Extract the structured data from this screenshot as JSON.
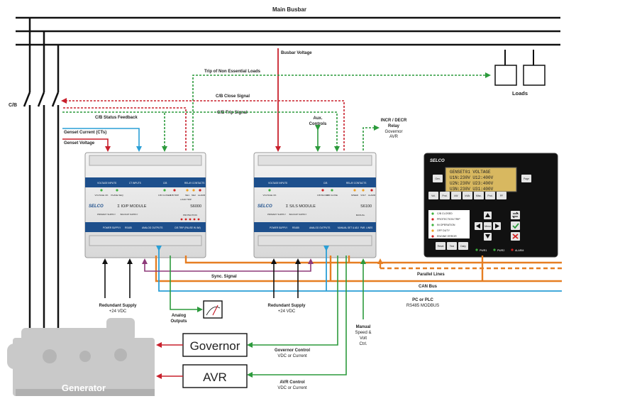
{
  "busbar": {
    "title": "Main Busbar",
    "cb": "C/B"
  },
  "labels": {
    "busbar_voltage": "Busbar Voltage",
    "trip_non_essential": "Trip of Non Essential Loads",
    "cb_close": "C/B Close Signal",
    "cb_trip": "C/B Trip Signal",
    "cb_status": "C/B Status Feedback",
    "genset_current": "Genset Current (CTs)",
    "genset_voltage": "Genset Voltage",
    "loads": "Loads",
    "aux_controls": [
      "Aux.",
      "Controls"
    ],
    "incr_decr": [
      "INCR / DECR",
      "Relay",
      "Governor",
      "AVR"
    ],
    "sync_signal": "Sync. Signal",
    "parallel_lines": "Parallel Lines",
    "can_bus": "CAN Bus",
    "pc_plc": [
      "PC or PLC",
      "RS485 MODBUS"
    ],
    "redundant_supply_1": [
      "Redundant Supply",
      "+24 VDC"
    ],
    "redundant_supply_2": [
      "Redundant Supply",
      "+24 VDC"
    ],
    "analog_outputs": [
      "Analog",
      "Outputs"
    ],
    "manual_ctrl": [
      "Manual",
      "Speed &",
      "Volt",
      "Ctrl."
    ],
    "governor_control": [
      "Governor Control",
      "VDC or Current"
    ],
    "avr_control": [
      "AVR Control",
      "VDC or Current"
    ],
    "governor": "Governor",
    "avr": "AVR",
    "generator": "Generator"
  },
  "module1": {
    "brand": "SELCO",
    "name": "Σ IO/P MODULE",
    "model": "S6000",
    "top_labels": [
      "VOLTAGE INPUTS",
      "CT INPUTS",
      "C/B",
      "RELAY CONTACTS"
    ],
    "leds": [
      "VOLTAGE OK",
      "PHASE SEQ",
      "C/B CLOSED",
      "C/B TRIP",
      "NE1",
      "NE2",
      "ALARM"
    ],
    "load_trip": "LOAD TRIP",
    "bottom_labels": [
      "PRIMARY SUPPLY",
      "BACKUP SUPPLY",
      "POWER SUPPLY",
      "RS485",
      "ANALOG OUTPUTS",
      "C/B TRIP (PAUSE IN 4W)"
    ],
    "protection": "PROTECTION"
  },
  "module2": {
    "brand": "SELCO",
    "name": "Σ S/LS MODULE",
    "model": "S6100",
    "top_labels": [
      "VOLTAGE INPUTS",
      "C/B",
      "RELAY CONTACTS"
    ],
    "leds": [
      "VOLTAGE OK",
      "C/B BLOCK",
      "C/B CLOSE",
      "SPEED",
      "VOLT",
      "ALARM"
    ],
    "bottom_labels": [
      "PRIMARY SUPPLY",
      "BACKUP SUPPLY",
      "POWER SUPPLY",
      "RS485",
      "ANALOG OUTPUTS",
      "MANUAL SET & ADJ",
      "PAR. LINES"
    ],
    "manual": "MANUAL"
  },
  "display": {
    "brand": "SELCO",
    "lcd": [
      "GENSET01  VOLTAGE",
      "U1N:230V   U12:400V",
      "U2N:230V   U23:400V",
      "U3N:230V   U31:400V"
    ],
    "keys_left": [
      "Gen.",
      "Vol.",
      "Prot.",
      "kW",
      "kVAr",
      "Misc.",
      "Page"
    ],
    "keys_row": [
      "Prot.",
      "PF",
      "Misc."
    ],
    "status_items": [
      "C/B CLOSED",
      "PROTECTION TRIP",
      "IN OPERATION",
      "OFF DUTY",
      "ENGINE ERROR"
    ],
    "status_colors": [
      "#3db13d",
      "#d32020",
      "#3db13d",
      "#f0a020",
      "#d32020"
    ],
    "nav_center": "Menu",
    "bottom_keys": [
      "Reset",
      "Test",
      "Daily"
    ],
    "footer": [
      "PWR1",
      "PWR2",
      "ALARM"
    ],
    "footer_colors": [
      "#3db13d",
      "#3db13d",
      "#d32020"
    ]
  },
  "colors": {
    "red": "#c8202c",
    "green": "#2c9a3c",
    "blue": "#2a9fd6",
    "orange": "#e67e22",
    "purple": "#8e3a7a",
    "module_blue": "#1d4f8c"
  }
}
